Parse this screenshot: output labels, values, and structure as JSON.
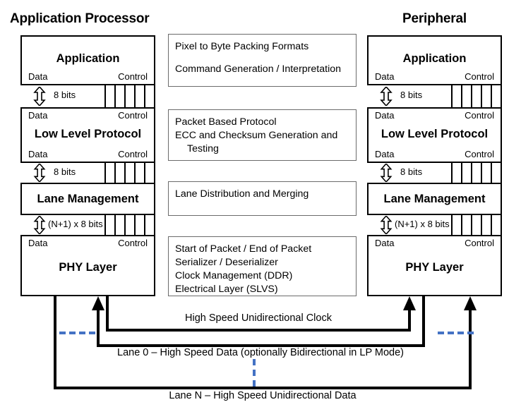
{
  "diagram": {
    "title_left": "Application Processor",
    "title_right": "Peripheral",
    "port_data": "Data",
    "port_control": "Control",
    "accent_blue": "#4472C4",
    "line_color": "#000000",
    "box_border": "#6B6B6B"
  },
  "stack": {
    "layers": [
      {
        "name": "Application"
      },
      {
        "name": "Low Level Protocol"
      },
      {
        "name": "Lane Management"
      },
      {
        "name": "PHY Layer"
      }
    ],
    "links": [
      {
        "bits": "8 bits"
      },
      {
        "bits": "8 bits"
      },
      {
        "bits": "(N+1) x 8 bits"
      }
    ],
    "control_lines": 6
  },
  "descriptions": [
    {
      "id": "application-desc",
      "lines": [
        "Pixel to Byte Packing Formats",
        "Command Generation / Interpretation"
      ]
    },
    {
      "id": "low-level-protocol-desc",
      "lines": [
        "Packet Based Protocol",
        "ECC and Checksum Generation and",
        "Testing"
      ]
    },
    {
      "id": "lane-management-desc",
      "lines": [
        "Lane Distribution and Merging"
      ]
    },
    {
      "id": "phy-layer-desc",
      "lines": [
        "Start of Packet / End of Packet",
        "Serializer / Deserializer",
        "Clock Management (DDR)",
        "Electrical Layer (SLVS)"
      ]
    }
  ],
  "buses": {
    "clock": "High Speed Unidirectional Clock",
    "lane0": "Lane 0 – High Speed Data (optionally Bidirectional in LP Mode)",
    "laneN": "Lane N – High Speed Unidirectional Data"
  }
}
